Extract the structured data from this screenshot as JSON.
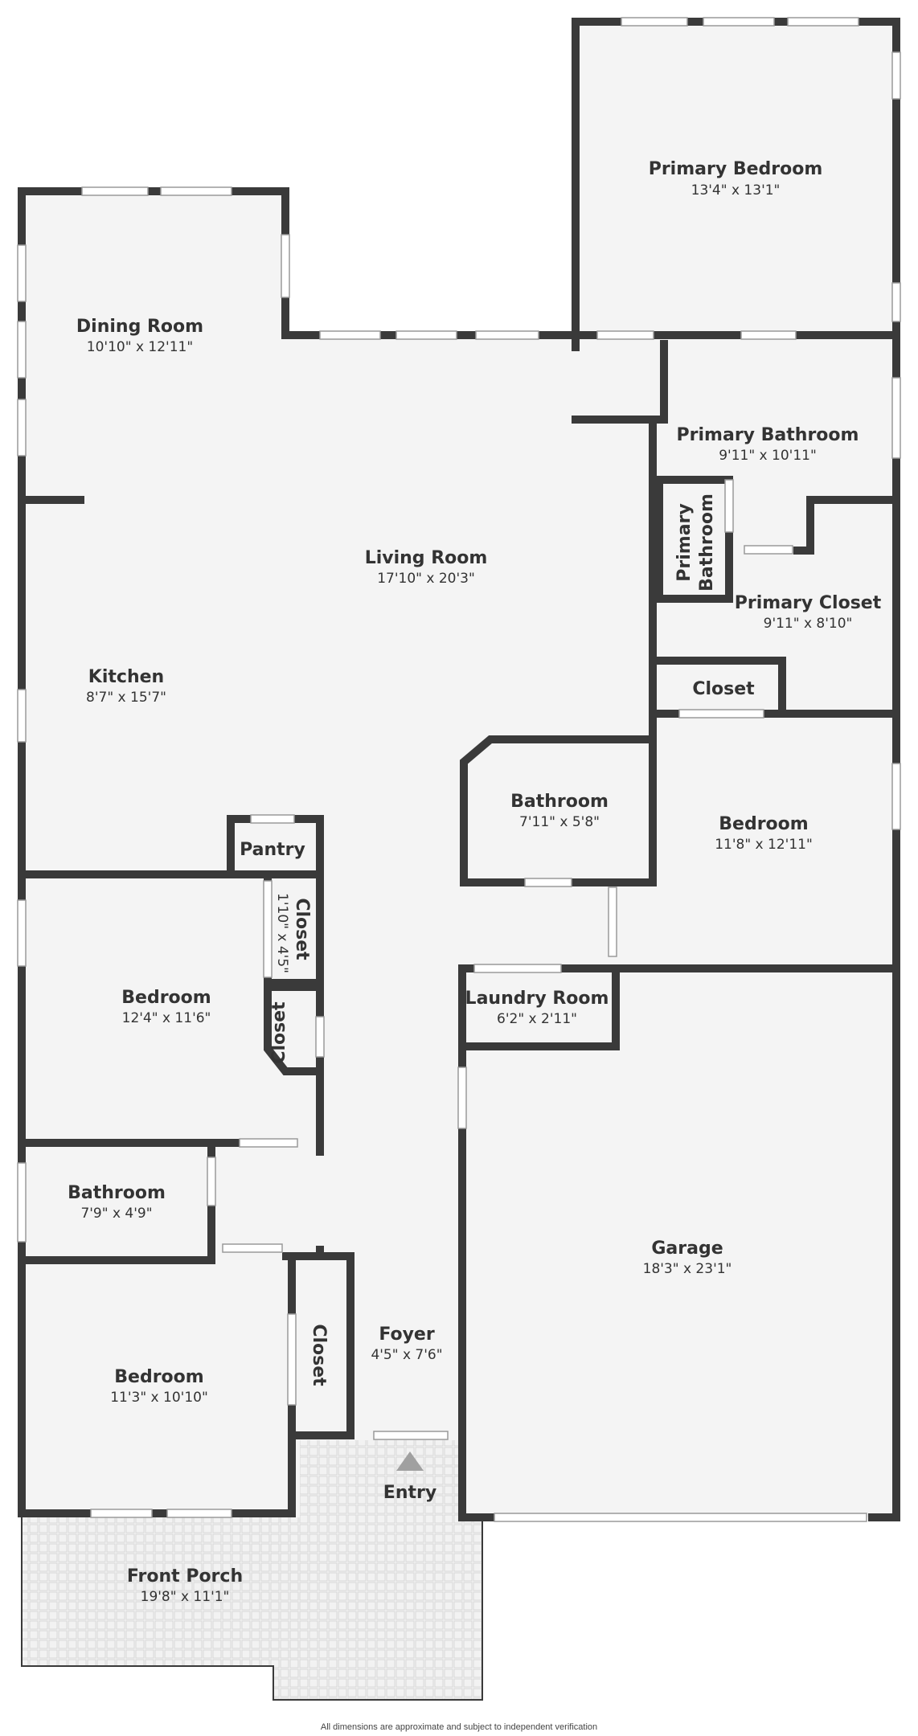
{
  "colors": {
    "wall": "#3a3a3a",
    "floor": "#f4f4f4",
    "porch": "#f2f2f2",
    "window": "#ffffff",
    "text": "#333333",
    "entry_arrow": "#a0a0a0"
  },
  "rooms": {
    "primary_bedroom": {
      "name": "Primary Bedroom",
      "dims": "13'4\" x 13'1\""
    },
    "dining_room": {
      "name": "Dining Room",
      "dims": "10'10\" x 12'11\""
    },
    "primary_bathroom": {
      "name": "Primary Bathroom",
      "dims": "9'11\" x 10'11\""
    },
    "primary_bathroom_small": {
      "name_line1": "Primary",
      "name_line2": "Bathroom"
    },
    "living_room": {
      "name": "Living Room",
      "dims": "17'10\" x 20'3\""
    },
    "primary_closet": {
      "name": "Primary Closet",
      "dims": "9'11\" x 8'10\""
    },
    "kitchen": {
      "name": "Kitchen",
      "dims": "8'7\" x 15'7\""
    },
    "closet_primary": {
      "name": "Closet"
    },
    "bathroom_center": {
      "name": "Bathroom",
      "dims": "7'11\" x 5'8\""
    },
    "bedroom_right": {
      "name": "Bedroom",
      "dims": "11'8\" x 12'11\""
    },
    "pantry": {
      "name": "Pantry"
    },
    "closet_bedroom_a": {
      "name": "Closet",
      "dims": "1'10\" x 4'5\""
    },
    "bedroom_left": {
      "name": "Bedroom",
      "dims": "12'4\" x 11'6\""
    },
    "closet_bedroom_b": {
      "name": "Closet"
    },
    "laundry_room": {
      "name": "Laundry Room",
      "dims": "6'2\" x 2'11\""
    },
    "bathroom_left": {
      "name": "Bathroom",
      "dims": "7'9\" x 4'9\""
    },
    "garage": {
      "name": "Garage",
      "dims": "18'3\" x 23'1\""
    },
    "foyer": {
      "name": "Foyer",
      "dims": "4'5\" x 7'6\""
    },
    "closet_foyer": {
      "name": "Closet"
    },
    "bedroom_bottom": {
      "name": "Bedroom",
      "dims": "11'3\" x 10'10\""
    },
    "entry": {
      "name": "Entry"
    },
    "front_porch": {
      "name": "Front Porch",
      "dims": "19'8\" x 11'1\""
    }
  },
  "footer": "All dimensions are approximate and subject to independent verification"
}
